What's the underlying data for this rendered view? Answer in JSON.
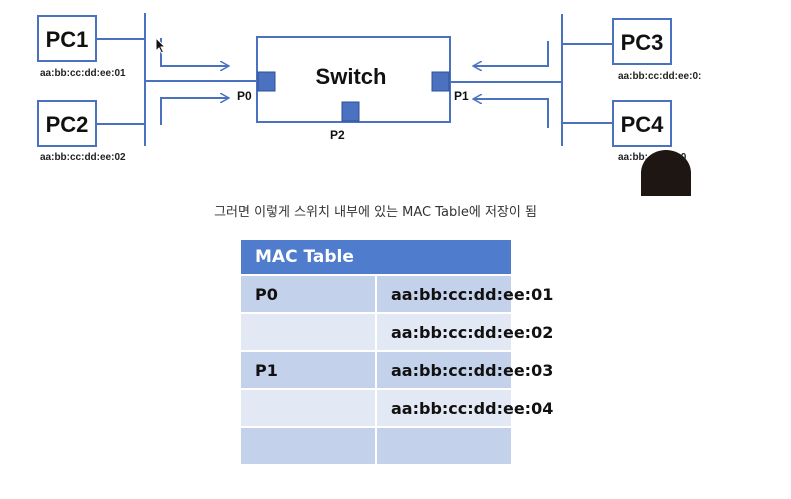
{
  "pcs": [
    {
      "name": "PC1",
      "mac": "aa:bb:cc:dd:ee:01"
    },
    {
      "name": "PC2",
      "mac": "aa:bb:cc:dd:ee:02"
    },
    {
      "name": "PC3",
      "mac": "aa:bb:cc:dd:ee:0:"
    },
    {
      "name": "PC4",
      "mac": "aa:bb:      dd:ee:0"
    }
  ],
  "switch": {
    "label": "Switch",
    "ports": [
      "P0",
      "P1",
      "P2"
    ]
  },
  "caption": "그러면 이렇게 스위치 내부에 있는 MAC Table에 저장이 됨",
  "mac_table": {
    "title": "MAC Table",
    "rows": [
      {
        "port": "P0",
        "mac": "aa:bb:cc:dd:ee:01"
      },
      {
        "port": "",
        "mac": "aa:bb:cc:dd:ee:02"
      },
      {
        "port": "P1",
        "mac": "aa:bb:cc:dd:ee:03"
      },
      {
        "port": "",
        "mac": "aa:bb:cc:dd:ee:04"
      },
      {
        "port": "",
        "mac": ""
      }
    ]
  },
  "colors": {
    "line": "#4a72c0",
    "port_fill": "#4a72c0",
    "header": "#4f7ccd",
    "row_dark": "#c4d1ea",
    "row_light": "#e2e8f4"
  }
}
